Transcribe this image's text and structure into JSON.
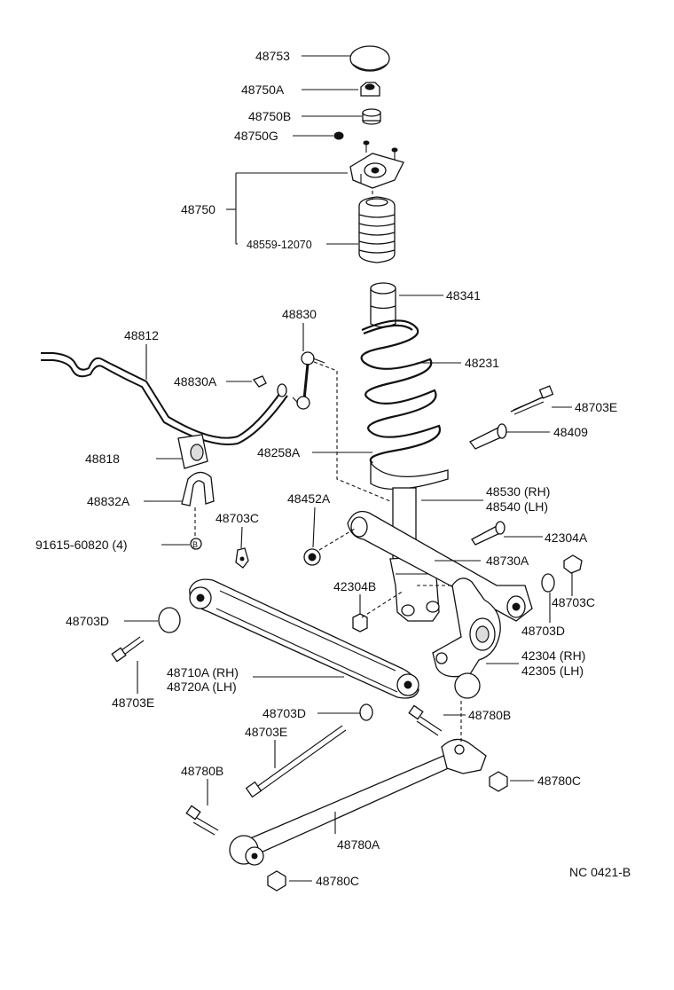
{
  "diagram_code": "NC 0421-B",
  "labels": {
    "p48753": "48753",
    "p48750A": "48750A",
    "p48750B": "48750B",
    "p48750G": "48750G",
    "p48750": "48750",
    "p48559": "48559-12070",
    "p48341": "48341",
    "p48830": "48830",
    "p48812": "48812",
    "p48231": "48231",
    "p48830A": "48830A",
    "p48703E_a": "48703E",
    "p48409": "48409",
    "p48818": "48818",
    "p48258A": "48258A",
    "p48530": "48530 (RH)",
    "p48540": "48540 (LH)",
    "p48832A": "48832A",
    "p48452A": "48452A",
    "p48703C_a": "48703C",
    "p42304A": "42304A",
    "p91615": "91615-60820 (4)",
    "p48730A": "48730A",
    "p42304B": "42304B",
    "p48703C_b": "48703C",
    "p48703D_a": "48703D",
    "p48703D_b": "48703D",
    "p42304RH": "42304 (RH)",
    "p42305LH": "42305 (LH)",
    "p48703E_b": "48703E",
    "p48710A": "48710A (RH)",
    "p48720A": "48720A (LH)",
    "p48703D_c": "48703D",
    "p48780B_a": "48780B",
    "p48703E_c": "48703E",
    "p48780B_b": "48780B",
    "p48780C_a": "48780C",
    "p48780A": "48780A",
    "p48780C_b": "48780C"
  },
  "badge": "B"
}
